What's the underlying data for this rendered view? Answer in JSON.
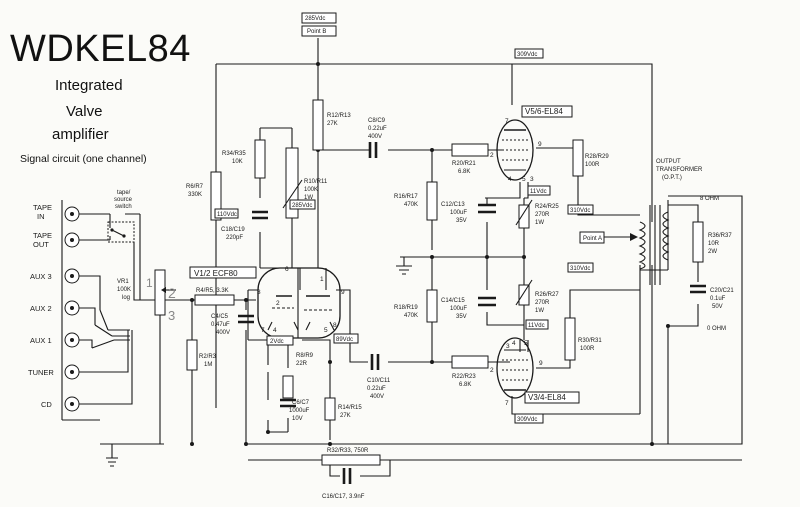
{
  "title": {
    "main": "WDKEL84",
    "line1": "Integrated",
    "line2": "Valve",
    "line3": "amplifier",
    "line4": "Signal circuit (one channel)"
  },
  "boxes": {
    "point_b_volts": "285Vdc",
    "point_b": "Point B",
    "v56_label": "V5/6-EL84",
    "v34_label": "V3/4-EL84",
    "ecf_label": "V1/2 ECF80",
    "v_309_top": "309Vdc",
    "v_309_bot": "309Vdc",
    "v_310_a": "310Vdc",
    "v_310_b": "310Vdc",
    "v_11_a": "11Vdc",
    "v_11_b": "11Vdc",
    "v_110": "110Vdc",
    "v_285_mid": "285Vdc",
    "v_89": "89Vdc",
    "v_2": "2Vdc",
    "point_a": "Point A"
  },
  "components": {
    "r12": "R12/R13",
    "r12v": "27K",
    "c8": "C8/C9",
    "c8v": "0.22uF",
    "c8w": "400V",
    "r34": "R34/R35",
    "r34v": "10K",
    "r10": "R10/R11",
    "r10v": "100K",
    "r10w": "1W",
    "r6": "R6/R7",
    "r6v": "330K",
    "c18": "C18/C19",
    "c18v": "220pF",
    "r20": "R20/R21",
    "r20v": "6.8K",
    "r16a": "R16/R17",
    "r16av": "470K",
    "c12": "C12/C13",
    "c12v": "100uF",
    "c12w": "35V",
    "r24": "R24/R25",
    "r24v": "270R",
    "r24w": "1W",
    "r28": "R28/R29",
    "r28v": "100R",
    "r4": "R4/R5, 3.3K",
    "c4": "C4/C5",
    "c4v": "0.47uF",
    "c4w": "400V",
    "r2": "R2/R3",
    "r2v": "1M",
    "r8": "R8/R9",
    "r8v": "22R",
    "c6": "C6/C7",
    "c6v": "1000uF",
    "c6w": "10V",
    "r14": "R14/R15",
    "r14v": "27K",
    "c10": "C10/C11",
    "c10v": "0.22uF",
    "c10w": "400V",
    "r18": "R18/R19",
    "r18v": "470K",
    "c14": "C14/C15",
    "c14v": "100uF",
    "c14w": "35V",
    "r26": "R26/R27",
    "r26v": "270R",
    "r26w": "1W",
    "r22": "R22/R23",
    "r22v": "6.8K",
    "r30": "R30/R31",
    "r30v": "100R",
    "r32": "R32/R33, 750R",
    "c16": "C16/C17, 3.9nF",
    "vr1": "VR1",
    "vr1v": "100K",
    "vr1t": "log",
    "r36": "R36/R37",
    "r36v": "10R",
    "r36w": "2W",
    "c20": "C20/C21",
    "c20v": "0.1uF",
    "c20w": "50V",
    "opt1": "OUTPUT",
    "opt2": "TRANSFORMER",
    "opt3": "(O.P.T.)",
    "ohm8": "8 OHM",
    "ohm0": "0 OHM",
    "switch1": "tape/",
    "switch2": "source",
    "switch3": "switch"
  },
  "inputs": {
    "tape_in_1": "TAPE",
    "tape_in_2": "IN",
    "tape_out_1": "TAPE",
    "tape_out_2": "OUT",
    "aux3": "AUX 3",
    "aux2": "AUX 2",
    "aux1": "AUX 1",
    "tuner": "TUNER",
    "cd": "CD"
  },
  "pins": {
    "ecf_6": "6",
    "ecf_1": "1",
    "ecf_3": "3",
    "ecf_9": "9",
    "ecf_2": "2",
    "ecf_7": "7",
    "ecf_4": "4",
    "ecf_5": "5",
    "ecf_8": "8",
    "v56_2": "2",
    "v56_9": "9",
    "v56_7": "7",
    "v56_4": "4",
    "v56_5": "5",
    "v56_3": "3",
    "v34_3": "3",
    "v34_4": "4",
    "v34_5": "5",
    "v34_2": "2",
    "v34_9": "9",
    "v34_7": "7"
  },
  "annotations": {
    "mark1": "1",
    "mark2": "2",
    "mark3": "3"
  }
}
